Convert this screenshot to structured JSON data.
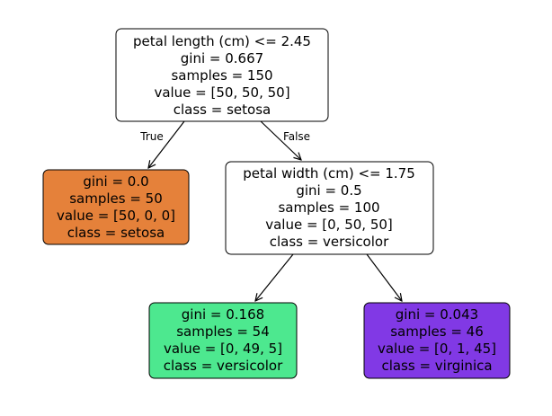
{
  "tree": {
    "nodes": [
      {
        "id": "root",
        "lines": [
          "petal length (cm) <= 2.45",
          "gini = 0.667",
          "samples = 150",
          "value = [50, 50, 50]",
          "class = setosa"
        ],
        "fill": "#ffffff"
      },
      {
        "id": "left",
        "lines": [
          "gini = 0.0",
          "samples = 50",
          "value = [50, 0, 0]",
          "class = setosa"
        ],
        "fill": "#e5813a"
      },
      {
        "id": "right",
        "lines": [
          "petal width (cm) <= 1.75",
          "gini = 0.5",
          "samples = 100",
          "value = [0, 50, 50]",
          "class = versicolor"
        ],
        "fill": "#ffffff"
      },
      {
        "id": "right-left",
        "lines": [
          "gini = 0.168",
          "samples = 54",
          "value = [0, 49, 5]",
          "class = versicolor"
        ],
        "fill": "#4de88f"
      },
      {
        "id": "right-right",
        "lines": [
          "gini = 0.043",
          "samples = 46",
          "value = [0, 1, 45]",
          "class = virginica"
        ],
        "fill": "#8139e5"
      }
    ],
    "edges": [
      {
        "from": "root",
        "to": "left",
        "label": "True"
      },
      {
        "from": "root",
        "to": "right",
        "label": "False"
      },
      {
        "from": "right",
        "to": "right-left",
        "label": ""
      },
      {
        "from": "right",
        "to": "right-right",
        "label": ""
      }
    ]
  }
}
